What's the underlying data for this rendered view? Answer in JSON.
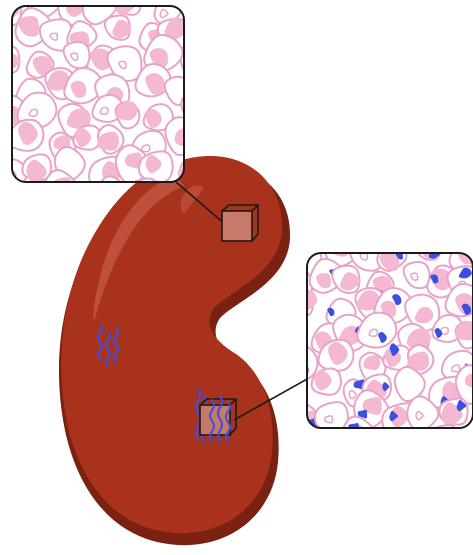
{
  "figure": {
    "subject": "kidney-tissue-illustration",
    "colors": {
      "kidney_fill": "#A8321C",
      "kidney_shadow": "#7A2112",
      "kidney_highlight": "#C65A44",
      "box_fill": "#C87A68",
      "cell_wall": "#E7A3C8",
      "cell_nucleus": "#F4B8D2",
      "blue_stain": "#3D4FE0",
      "outline": "#1a1a1a"
    },
    "insets": [
      {
        "name": "inset-normal-tissue",
        "stained": false
      },
      {
        "name": "inset-stained-tissue",
        "stained": true
      }
    ]
  }
}
